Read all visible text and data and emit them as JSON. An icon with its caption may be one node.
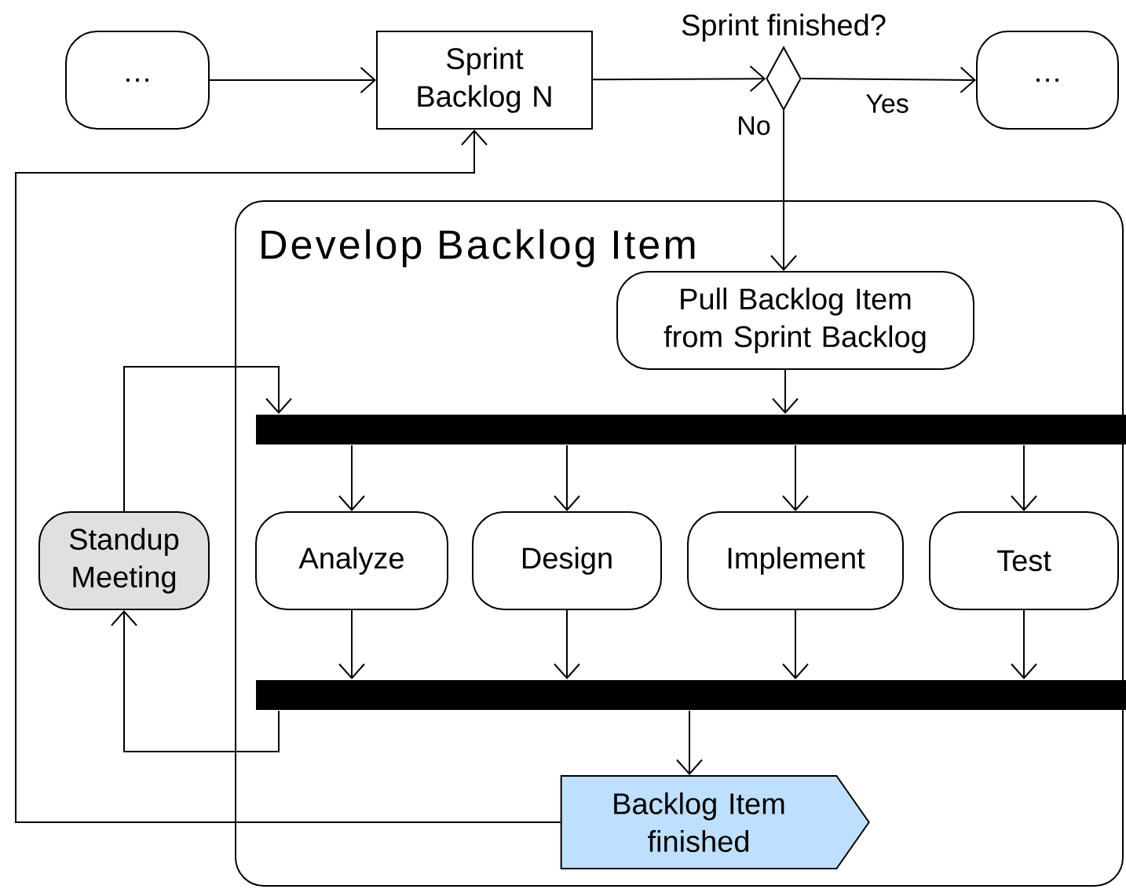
{
  "diagram": {
    "nodes": [
      {
        "text": [
          "…"
        ]
      },
      {
        "text": [
          "Sprint Backlog N"
        ]
      },
      {
        "text": [],
        "shape": "diamond",
        "beside": [
          "Sprint finished?"
        ]
      },
      {
        "text": [
          "…"
        ]
      },
      {
        "text": [
          "Develop Backlog Item"
        ]
      },
      {
        "text": [
          "Pull Backlog Item from Sprint Backlog"
        ],
        "in": 4
      },
      {
        "text": [],
        "shape": "bar",
        "in": 4
      },
      {
        "text": [
          "Analyze"
        ],
        "in": 4
      },
      {
        "text": [
          "Design"
        ],
        "in": 4
      },
      {
        "text": [
          "Implement"
        ],
        "in": 4
      },
      {
        "text": [
          "Test"
        ],
        "in": 4
      },
      {
        "text": [],
        "shape": "bar",
        "in": 4
      },
      {
        "text": [
          "Standup Meeting"
        ]
      },
      {
        "text": [
          "Backlog Item finished"
        ],
        "in": 4
      }
    ],
    "edges": [
      {
        "from": 0,
        "to": 1,
        "arrow": "to"
      },
      {
        "from": 1,
        "to": 2,
        "arrow": "to"
      },
      {
        "from": 2,
        "to": 3,
        "arrow": "to",
        "label": "Yes"
      },
      {
        "from": 2,
        "to": 5,
        "arrow": "to",
        "label": "No"
      },
      {
        "from": 5,
        "to": 6,
        "arrow": "to"
      },
      {
        "from": 6,
        "to": 7,
        "arrow": "to"
      },
      {
        "from": 6,
        "to": 8,
        "arrow": "to"
      },
      {
        "from": 6,
        "to": 9,
        "arrow": "to"
      },
      {
        "from": 6,
        "to": 10,
        "arrow": "to"
      },
      {
        "from": 7,
        "to": 11,
        "arrow": "to"
      },
      {
        "from": 8,
        "to": 11,
        "arrow": "to"
      },
      {
        "from": 9,
        "to": 11,
        "arrow": "to"
      },
      {
        "from": 10,
        "to": 11,
        "arrow": "to"
      },
      {
        "from": 11,
        "to": 13,
        "arrow": "to"
      },
      {
        "from": 11,
        "to": 12,
        "arrow": "to"
      },
      {
        "from": 12,
        "to": 6,
        "arrow": "to"
      },
      {
        "from": 13,
        "to": 1,
        "arrow": "to"
      }
    ]
  }
}
